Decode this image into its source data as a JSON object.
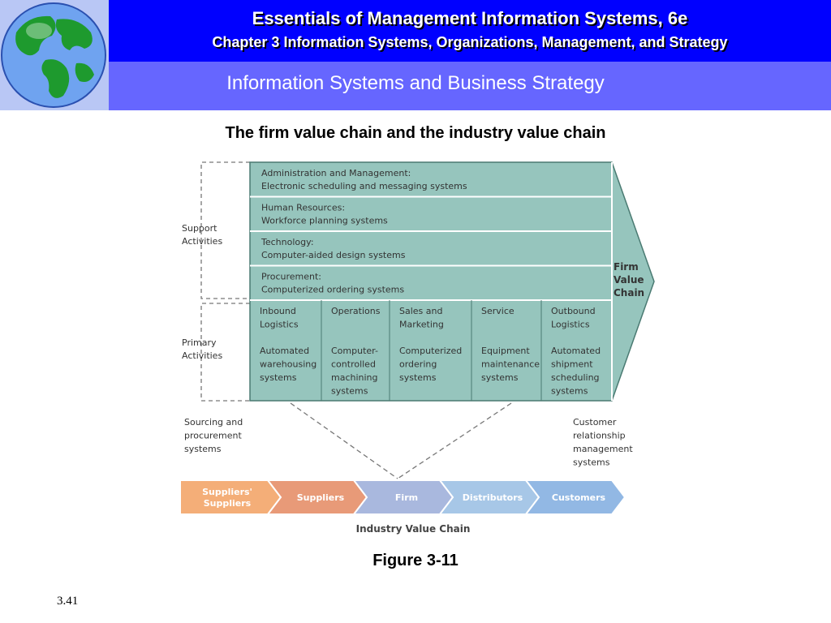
{
  "header": {
    "book_title": "Essentials of Management Information Systems, 6e",
    "chapter_title": "Chapter 3 Information Systems, Organizations, Management, and Strategy",
    "section_title": "Information Systems and Business Strategy"
  },
  "slide": {
    "heading": "The firm value chain and the industry value chain",
    "figure_caption": "Figure 3-11",
    "page_number": "3.41"
  },
  "diagram": {
    "support_label": [
      "Support",
      "Activities"
    ],
    "primary_label": [
      "Primary",
      "Activities"
    ],
    "firm_value_chain_label": [
      "Firm",
      "Value",
      "Chain"
    ],
    "support_rows": [
      {
        "title": "Administration and Management:",
        "system": "Electronic scheduling and messaging systems"
      },
      {
        "title": "Human Resources:",
        "system": "Workforce planning systems"
      },
      {
        "title": "Technology:",
        "system": "Computer-aided design systems"
      },
      {
        "title": "Procurement:",
        "system": "Computerized ordering systems"
      }
    ],
    "primary_columns": [
      {
        "title": [
          "Inbound",
          "Logistics"
        ],
        "system": [
          "Automated",
          "warehousing",
          "systems"
        ]
      },
      {
        "title": [
          "Operations"
        ],
        "system": [
          "Computer-",
          "controlled",
          "machining",
          "systems"
        ]
      },
      {
        "title": [
          "Sales and",
          "Marketing"
        ],
        "system": [
          "Computerized",
          "ordering",
          "systems"
        ]
      },
      {
        "title": [
          "Service"
        ],
        "system": [
          "Equipment",
          "maintenance",
          "systems"
        ]
      },
      {
        "title": [
          "Outbound",
          "Logistics"
        ],
        "system": [
          "Automated",
          "shipment",
          "scheduling",
          "systems"
        ]
      }
    ],
    "left_note": [
      "Sourcing and",
      "procurement",
      "systems"
    ],
    "right_note": [
      "Customer",
      "relationship",
      "management",
      "systems"
    ],
    "industry_chain": [
      {
        "label": [
          "Suppliers'",
          "Suppliers"
        ],
        "color": "#f4ae78"
      },
      {
        "label": [
          "Suppliers"
        ],
        "color": "#e89a78"
      },
      {
        "label": [
          "Firm"
        ],
        "color": "#a9b8de"
      },
      {
        "label": [
          "Distributors"
        ],
        "color": "#a7c7e7"
      },
      {
        "label": [
          "Customers"
        ],
        "color": "#92b8e4"
      }
    ],
    "industry_chain_label": "Industry Value Chain",
    "colors": {
      "chain_fill": "#96c5bd",
      "chain_border": "#4a7a72"
    }
  }
}
